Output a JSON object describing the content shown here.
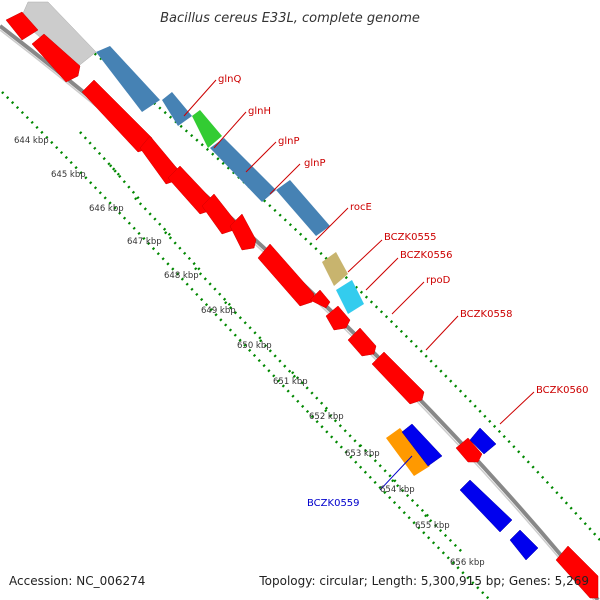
{
  "title": "Bacillus cereus E33L, complete genome",
  "footer": {
    "accession": "Accession: NC_006274",
    "topology": "Topology: circular; Length: 5,300,915 bp; Genes: 5,269"
  },
  "ticks": [
    "644 kbp",
    "645 kbp",
    "646 kbp",
    "647 kbp",
    "648 kbp",
    "649 kbp",
    "650 kbp",
    "651 kbp",
    "652 kbp",
    "653 kbp",
    "654 kbp",
    "655 kbp",
    "656 kbp"
  ],
  "gene_labels": [
    {
      "name": "glnQ",
      "color": "#cc0000"
    },
    {
      "name": "glnH",
      "color": "#cc0000"
    },
    {
      "name": "glnP",
      "color": "#cc0000"
    },
    {
      "name": "glnP",
      "color": "#cc0000"
    },
    {
      "name": "rocE",
      "color": "#cc0000"
    },
    {
      "name": "BCZK0555",
      "color": "#cc0000"
    },
    {
      "name": "BCZK0556",
      "color": "#cc0000"
    },
    {
      "name": "rpoD",
      "color": "#cc0000"
    },
    {
      "name": "BCZK0558",
      "color": "#cc0000"
    },
    {
      "name": "BCZK0560",
      "color": "#cc0000"
    },
    {
      "name": "BCZK0559",
      "color": "#0000cc"
    }
  ],
  "colors": {
    "backbone": "#888888",
    "gene_red": "#ff0000",
    "gene_blue": "#0000ff",
    "cog_steelblue": "#4682b4",
    "cog_green": "#33cc33",
    "cog_khaki": "#c8b46e",
    "cog_cyan": "#33ccee",
    "cog_orange": "#ff9900",
    "cog_grey": "#cccccc",
    "tick_green": "#008800",
    "label_red": "#cc0000",
    "label_blue": "#0000cc"
  }
}
